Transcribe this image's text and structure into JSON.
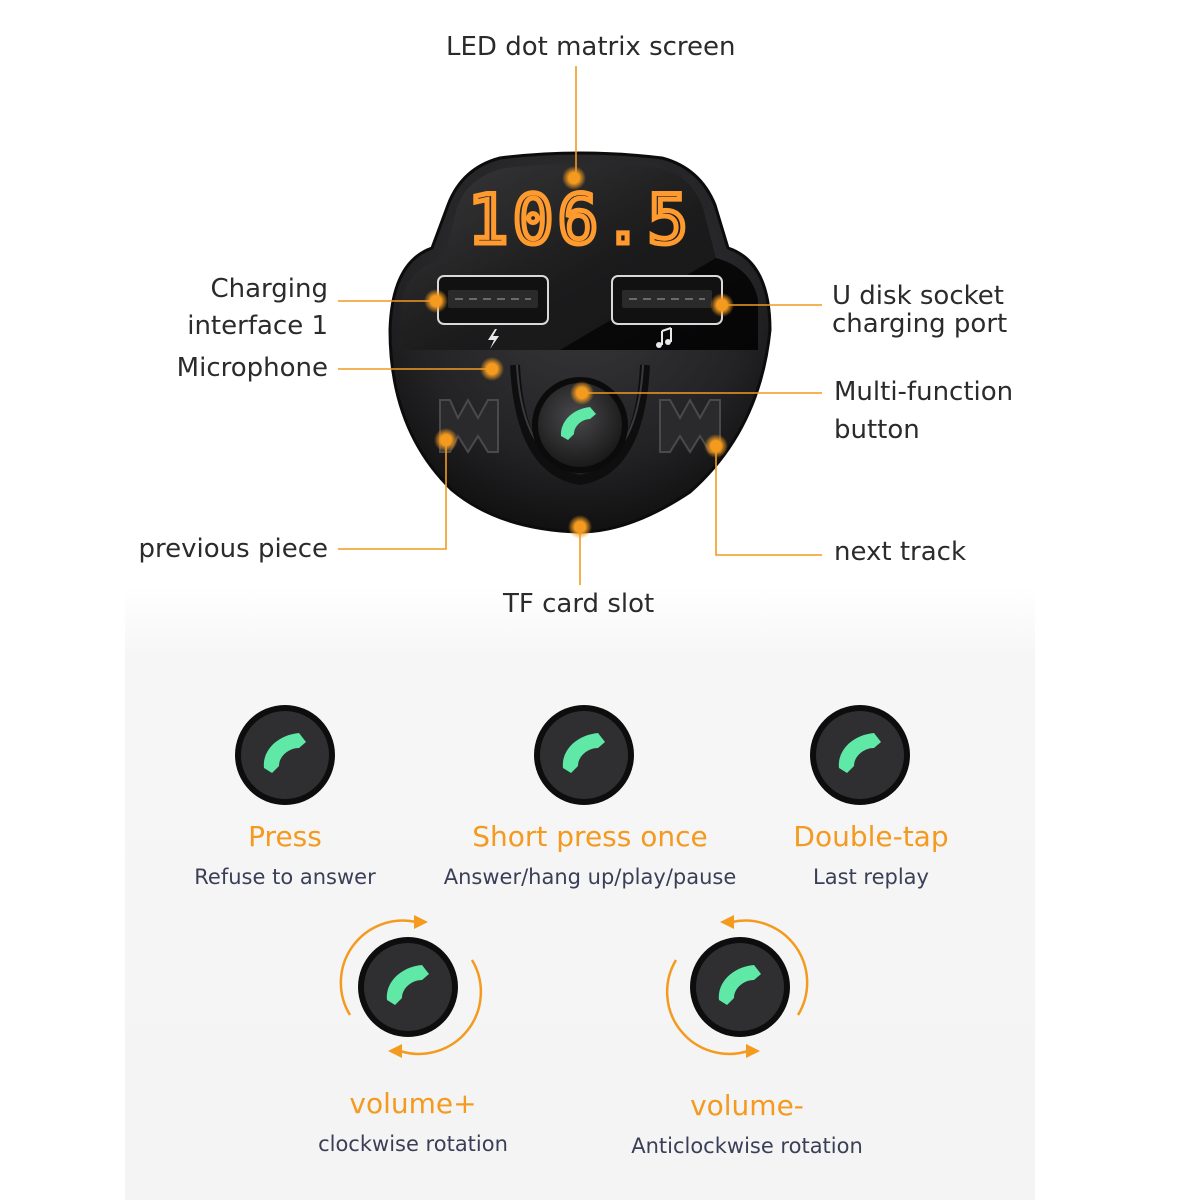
{
  "display_reading": "106.5",
  "callouts": {
    "led_screen": "LED dot matrix screen",
    "charging_interface_line1": "Charging",
    "charging_interface_line2": "interface 1",
    "microphone": "Microphone",
    "previous_piece": "previous piece",
    "tf_card_slot": "TF card slot",
    "u_disk_line1": "U disk socket",
    "u_disk_line2": "charging port",
    "multifunction_line1": "Multi-function",
    "multifunction_line2": "button",
    "next_track": "next track"
  },
  "modes": [
    {
      "title": "Press",
      "desc": "Refuse to answer"
    },
    {
      "title": "Short press once",
      "desc": "Answer/hang up/play/pause"
    },
    {
      "title": "Double-tap",
      "desc": "Last replay"
    },
    {
      "title": "volume+",
      "desc": "clockwise rotation"
    },
    {
      "title": "volume-",
      "desc": "Anticlockwise rotation"
    }
  ],
  "colors": {
    "accent_orange": "#f39a1f",
    "led_orange": "#ff9a2e",
    "phone_green": "#5fe8a6",
    "device_black": "#1c1c1e",
    "label_text": "#2b2b2b",
    "desc_text": "#3a3f57"
  },
  "icons": [
    "phone-icon",
    "lightning-icon",
    "music-note-icon",
    "previous-track-icon",
    "next-track-icon",
    "clockwise-arrow-icon",
    "anticlockwise-arrow-icon"
  ]
}
